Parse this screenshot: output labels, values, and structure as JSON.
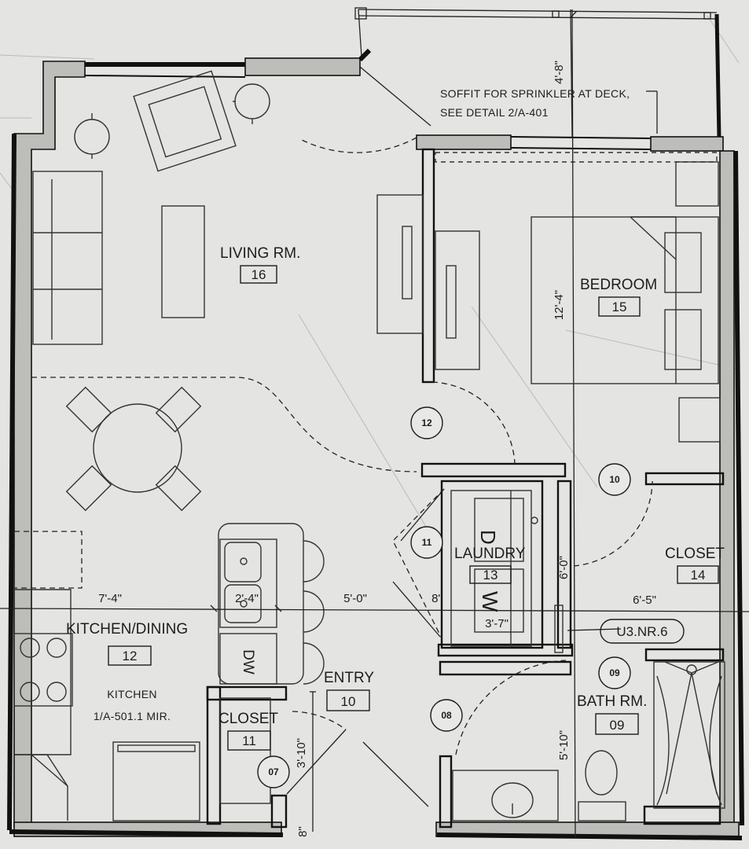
{
  "labels": {
    "living_room": "LIVING RM.",
    "living_room_num": "16",
    "bedroom": "BEDROOM",
    "bedroom_num": "15",
    "laundry": "LAUNDRY",
    "laundry_num": "13",
    "closet_right": "CLOSET",
    "closet_right_num": "14",
    "kitchen_dining": "KITCHEN/DINING",
    "kitchen_dining_num": "12",
    "kitchen_note_1": "KITCHEN",
    "kitchen_note_2": "1/A-501.1 MIR.",
    "entry": "ENTRY",
    "entry_num": "10",
    "closet_left": "CLOSET",
    "closet_left_num": "11",
    "bath": "BATH RM.",
    "bath_num": "09",
    "soffit_1": "SOFFIT FOR SPRINKLER AT DECK,",
    "soffit_2": "SEE DETAIL 2/A-401",
    "unit_tag": "U3.NR.6",
    "dishwasher": "DW",
    "dryer": "D",
    "washer": "W"
  },
  "doors": {
    "d12": "12",
    "d10": "10",
    "d11": "11",
    "d09": "09",
    "d08": "08",
    "d07": "07"
  },
  "dimensions": {
    "deck_depth": "4'-8\"",
    "bedroom_depth": "12'-4\"",
    "kitchen_width": "7'-4\"",
    "sink_width": "2'-4\"",
    "entry_width": "5'-0\"",
    "laundry_gap": "8\"",
    "laundry_width": "3'-7\"",
    "closet_height": "6'-0\"",
    "bath_width": "6'-5\"",
    "bath_depth": "5'-10\"",
    "closet_depth": "3'-10\"",
    "bottom_offset": "8\""
  }
}
